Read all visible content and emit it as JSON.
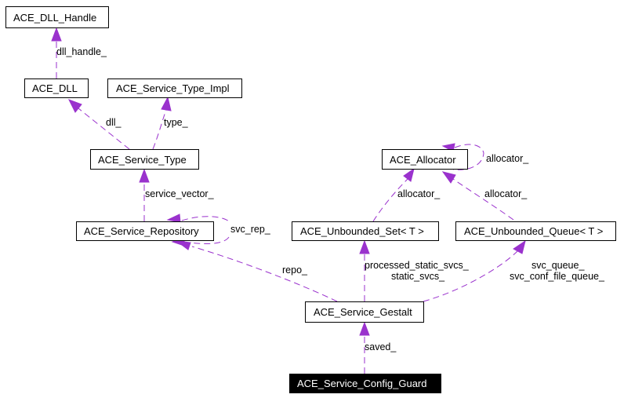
{
  "diagram": {
    "type": "collaboration-graph",
    "edge_color": "#9a32cd",
    "nodes": [
      {
        "id": "dll_handle",
        "label": "ACE_DLL_Handle",
        "highlighted": false
      },
      {
        "id": "dll",
        "label": "ACE_DLL",
        "highlighted": false
      },
      {
        "id": "service_type_impl",
        "label": "ACE_Service_Type_Impl",
        "highlighted": false
      },
      {
        "id": "service_type",
        "label": "ACE_Service_Type",
        "highlighted": false
      },
      {
        "id": "service_repository",
        "label": "ACE_Service_Repository",
        "highlighted": false
      },
      {
        "id": "allocator",
        "label": "ACE_Allocator",
        "highlighted": false
      },
      {
        "id": "unbounded_set",
        "label": "ACE_Unbounded_Set< T >",
        "highlighted": false
      },
      {
        "id": "unbounded_queue",
        "label": "ACE_Unbounded_Queue< T >",
        "highlighted": false
      },
      {
        "id": "service_gestalt",
        "label": "ACE_Service_Gestalt",
        "highlighted": false
      },
      {
        "id": "service_config_guard",
        "label": "ACE_Service_Config_Guard",
        "highlighted": true
      }
    ],
    "edges": [
      {
        "from": "dll",
        "to": "dll_handle",
        "labels": [
          "dll_handle_"
        ]
      },
      {
        "from": "service_type",
        "to": "dll",
        "labels": [
          "dll_"
        ]
      },
      {
        "from": "service_type",
        "to": "service_type_impl",
        "labels": [
          "type_"
        ]
      },
      {
        "from": "service_repository",
        "to": "service_type",
        "labels": [
          "service_vector_"
        ]
      },
      {
        "from": "service_repository",
        "to": "service_repository",
        "labels": [
          "svc_rep_"
        ]
      },
      {
        "from": "allocator",
        "to": "allocator",
        "labels": [
          "allocator_"
        ]
      },
      {
        "from": "unbounded_set",
        "to": "allocator",
        "labels": [
          "allocator_"
        ]
      },
      {
        "from": "unbounded_queue",
        "to": "allocator",
        "labels": [
          "allocator_"
        ]
      },
      {
        "from": "service_gestalt",
        "to": "service_repository",
        "labels": [
          "repo_"
        ]
      },
      {
        "from": "service_gestalt",
        "to": "unbounded_set",
        "labels": [
          "processed_static_svcs_",
          "static_svcs_"
        ]
      },
      {
        "from": "service_gestalt",
        "to": "unbounded_queue",
        "labels": [
          "svc_queue_",
          "svc_conf_file_queue_"
        ]
      },
      {
        "from": "service_config_guard",
        "to": "service_gestalt",
        "labels": [
          "saved_"
        ]
      }
    ]
  }
}
